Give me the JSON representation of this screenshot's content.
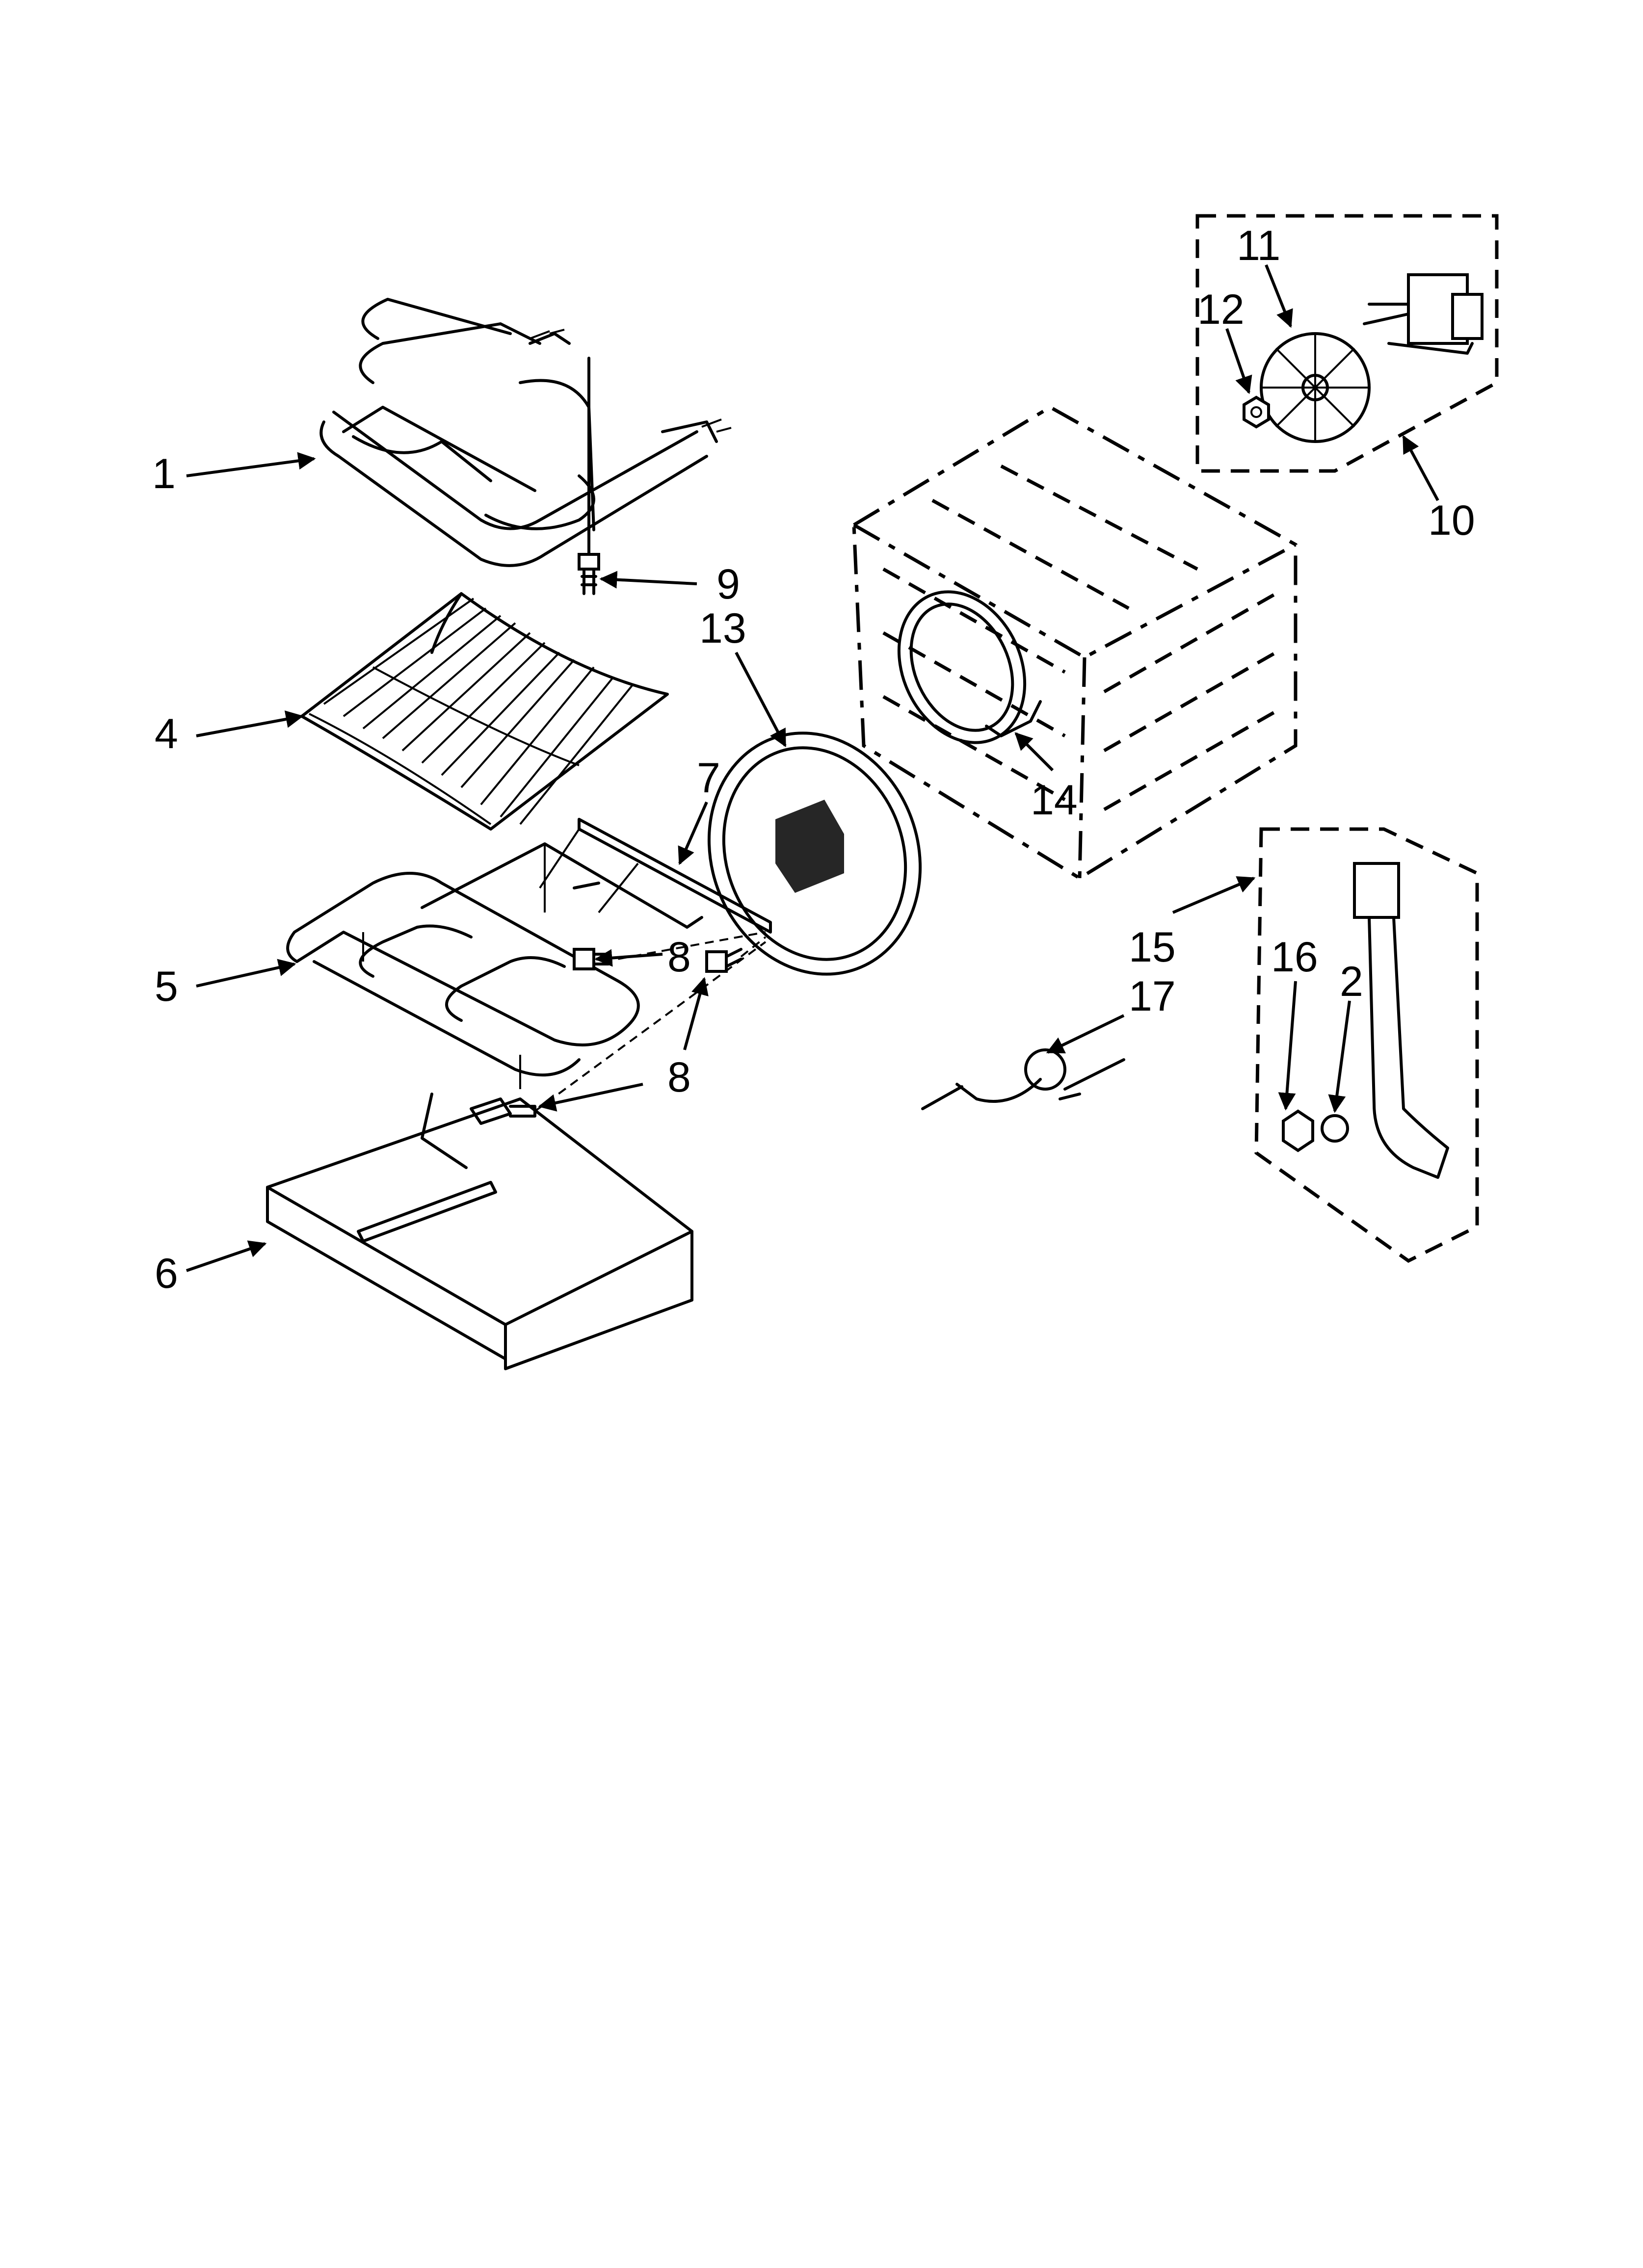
{
  "callouts": [
    {
      "id": "c1",
      "label": "1"
    },
    {
      "id": "c9",
      "label": "9"
    },
    {
      "id": "c13",
      "label": "13"
    },
    {
      "id": "c4",
      "label": "4"
    },
    {
      "id": "c7",
      "label": "7"
    },
    {
      "id": "c8a",
      "label": "8"
    },
    {
      "id": "c5",
      "label": "5"
    },
    {
      "id": "c8b",
      "label": "8"
    },
    {
      "id": "c6",
      "label": "6"
    },
    {
      "id": "c11",
      "label": "11"
    },
    {
      "id": "c12",
      "label": "12"
    },
    {
      "id": "c10",
      "label": "10"
    },
    {
      "id": "c14",
      "label": "14"
    },
    {
      "id": "c15",
      "label": "15"
    },
    {
      "id": "c16",
      "label": "16"
    },
    {
      "id": "c2",
      "label": "2"
    },
    {
      "id": "c17",
      "label": "17"
    }
  ]
}
